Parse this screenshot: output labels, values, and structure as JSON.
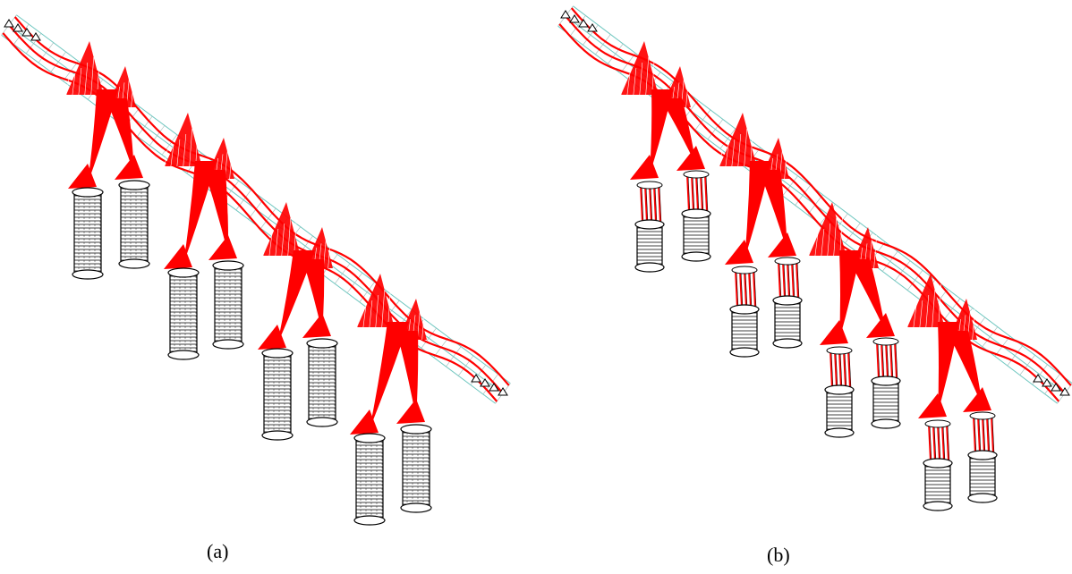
{
  "figure": {
    "panels": [
      {
        "id": "a",
        "caption": "(a)",
        "pile_type": "solid-pile-cap"
      },
      {
        "id": "b",
        "caption": "(b)",
        "pile_type": "split-pile-group"
      }
    ]
  },
  "colors": {
    "force_diagram": "#ff0000",
    "deck_grid": "#6fc7c0",
    "mesh_lines": "#000000",
    "background": "#ffffff"
  }
}
